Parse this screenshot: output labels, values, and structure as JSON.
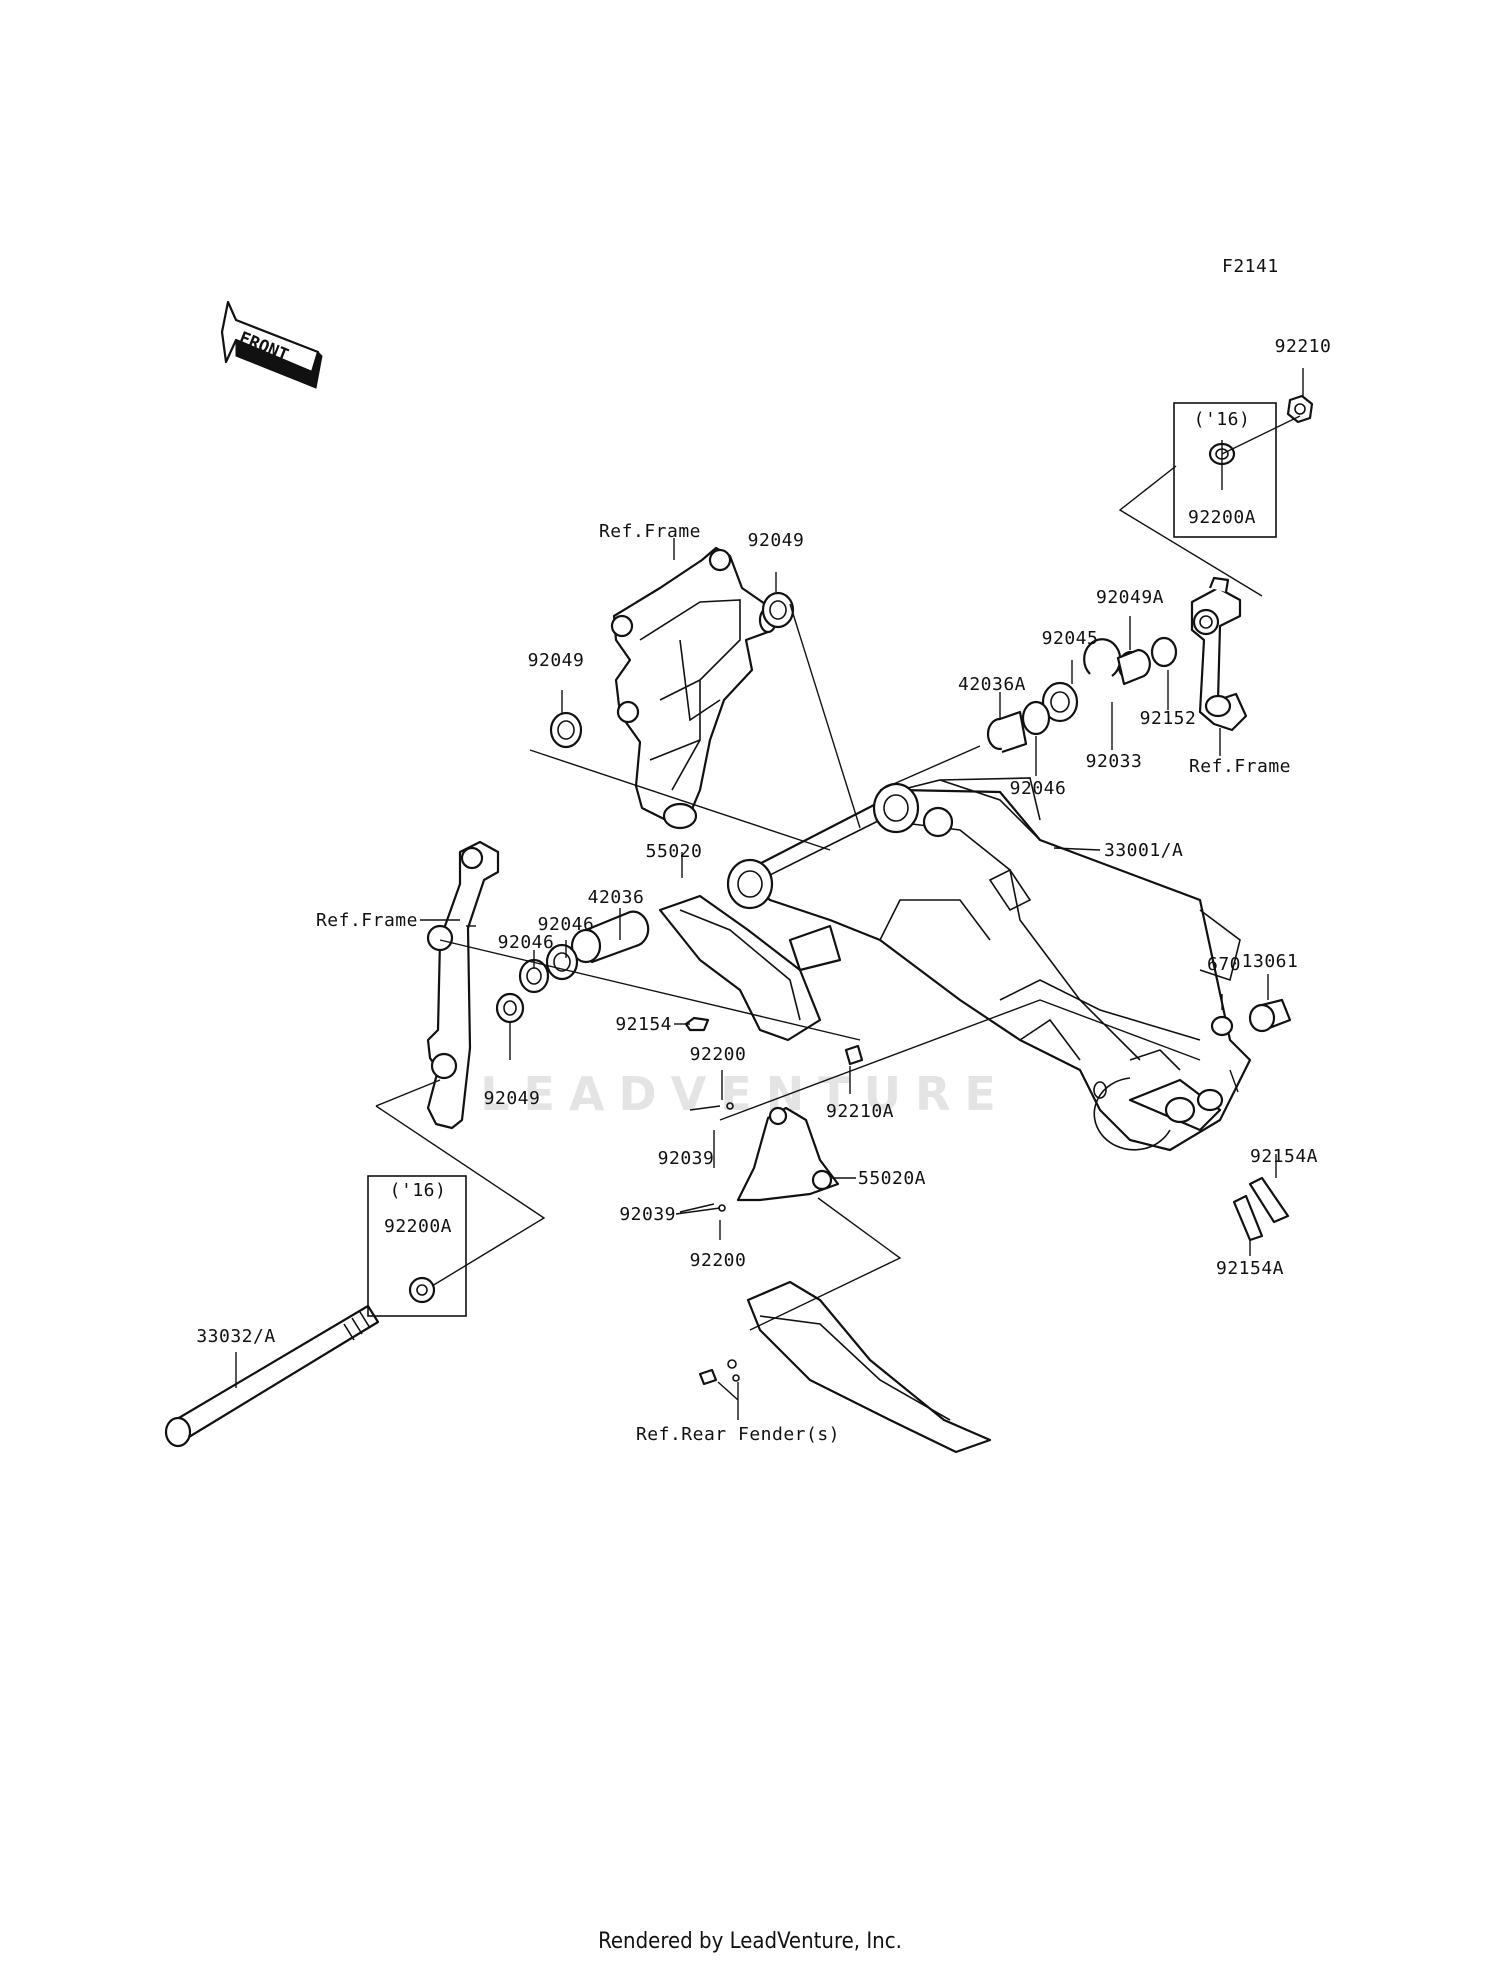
{
  "diagram_code": "F2141",
  "front_label": "FRONT",
  "watermark": "LEADVENTURE",
  "footer": "Rendered by LeadVenture, Inc.",
  "year_note": "('16)",
  "callouts": {
    "p92210": "92210",
    "p92200A_top": "92200A",
    "ref_frame_top": "Ref.Frame",
    "p92049_top": "92049",
    "p92049_left": "92049",
    "p92049A": "92049A",
    "p92045": "92045",
    "p42036A": "42036A",
    "p92033": "92033",
    "p92152": "92152",
    "ref_frame_right": "Ref.Frame",
    "p92046_right": "92046",
    "p55020": "55020",
    "p33001A": "33001/A",
    "p42036": "42036",
    "ref_frame_left": "Ref.Frame",
    "p92046_a": "92046",
    "p92046_b": "92046",
    "p13061": "13061",
    "p670": "670",
    "p92154": "92154",
    "p92200_top": "92200",
    "p92049_bottom": "92049",
    "p92210A": "92210A",
    "p92039_top": "92039",
    "p92154A_top": "92154A",
    "p55020A": "55020A",
    "p92039_bottom": "92039",
    "p92200_bottom": "92200",
    "p92200A_bottom": "92200A",
    "p92154A_bottom": "92154A",
    "p33032A": "33032/A",
    "ref_rear_fender": "Ref.Rear Fender(s)"
  }
}
